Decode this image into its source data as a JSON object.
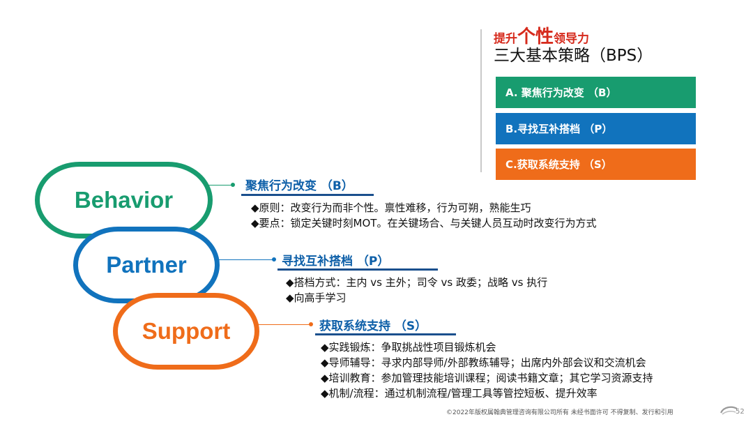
{
  "header": {
    "sub_prefix": "提升",
    "sub_big": "个性",
    "sub_suffix": "领导力",
    "title": "三大基本策略（BPS）"
  },
  "strategies": [
    {
      "label": "A. 聚焦行为改变 （B）",
      "color": "#189c6f"
    },
    {
      "label": "B.寻找互补搭档 （P）",
      "color": "#1173bd"
    },
    {
      "label": "C.获取系统支持 （S）",
      "color": "#ef6c1a"
    }
  ],
  "shapes": {
    "behavior": "Behavior",
    "partner": "Partner",
    "support": "Support"
  },
  "sections": {
    "b": {
      "title": "聚焦行为改变 （B）",
      "bullets": [
        "◆原则：改变行为而非个性。禀性难移，行为可朔，熟能生巧",
        "◆要点：锁定关键时刻MOT。在关键场合、与关键人员互动时改变行为方式"
      ]
    },
    "p": {
      "title": "寻找互补搭档 （P）",
      "bullets": [
        "◆搭档方式：主内 vs 主外；司令 vs 政委；战略 vs 执行",
        "◆向高手学习"
      ]
    },
    "s": {
      "title": "获取系统支持 （S）",
      "bullets": [
        "◆实践锻炼：争取挑战性项目锻炼机会",
        "◆导师辅导：寻求内部导师/外部教练辅导；出席内外部会议和交流机会",
        "◆培训教育：参加管理技能培训课程；阅读书籍文章；其它学习资源支持",
        "◆机制/流程：通过机制流程/管理工具等管控短板、提升效率"
      ]
    }
  },
  "footer": {
    "copyright": "©2022年版权属翰典管理咨询有限公司所有  未经书面许可 不得复制、发行和引用",
    "page_number": "52"
  },
  "colors": {
    "green": "#189c6f",
    "blue": "#1173bd",
    "orange": "#ef6c1a",
    "heading_red": "#d62a1c",
    "section_title": "#0d5fa8"
  }
}
